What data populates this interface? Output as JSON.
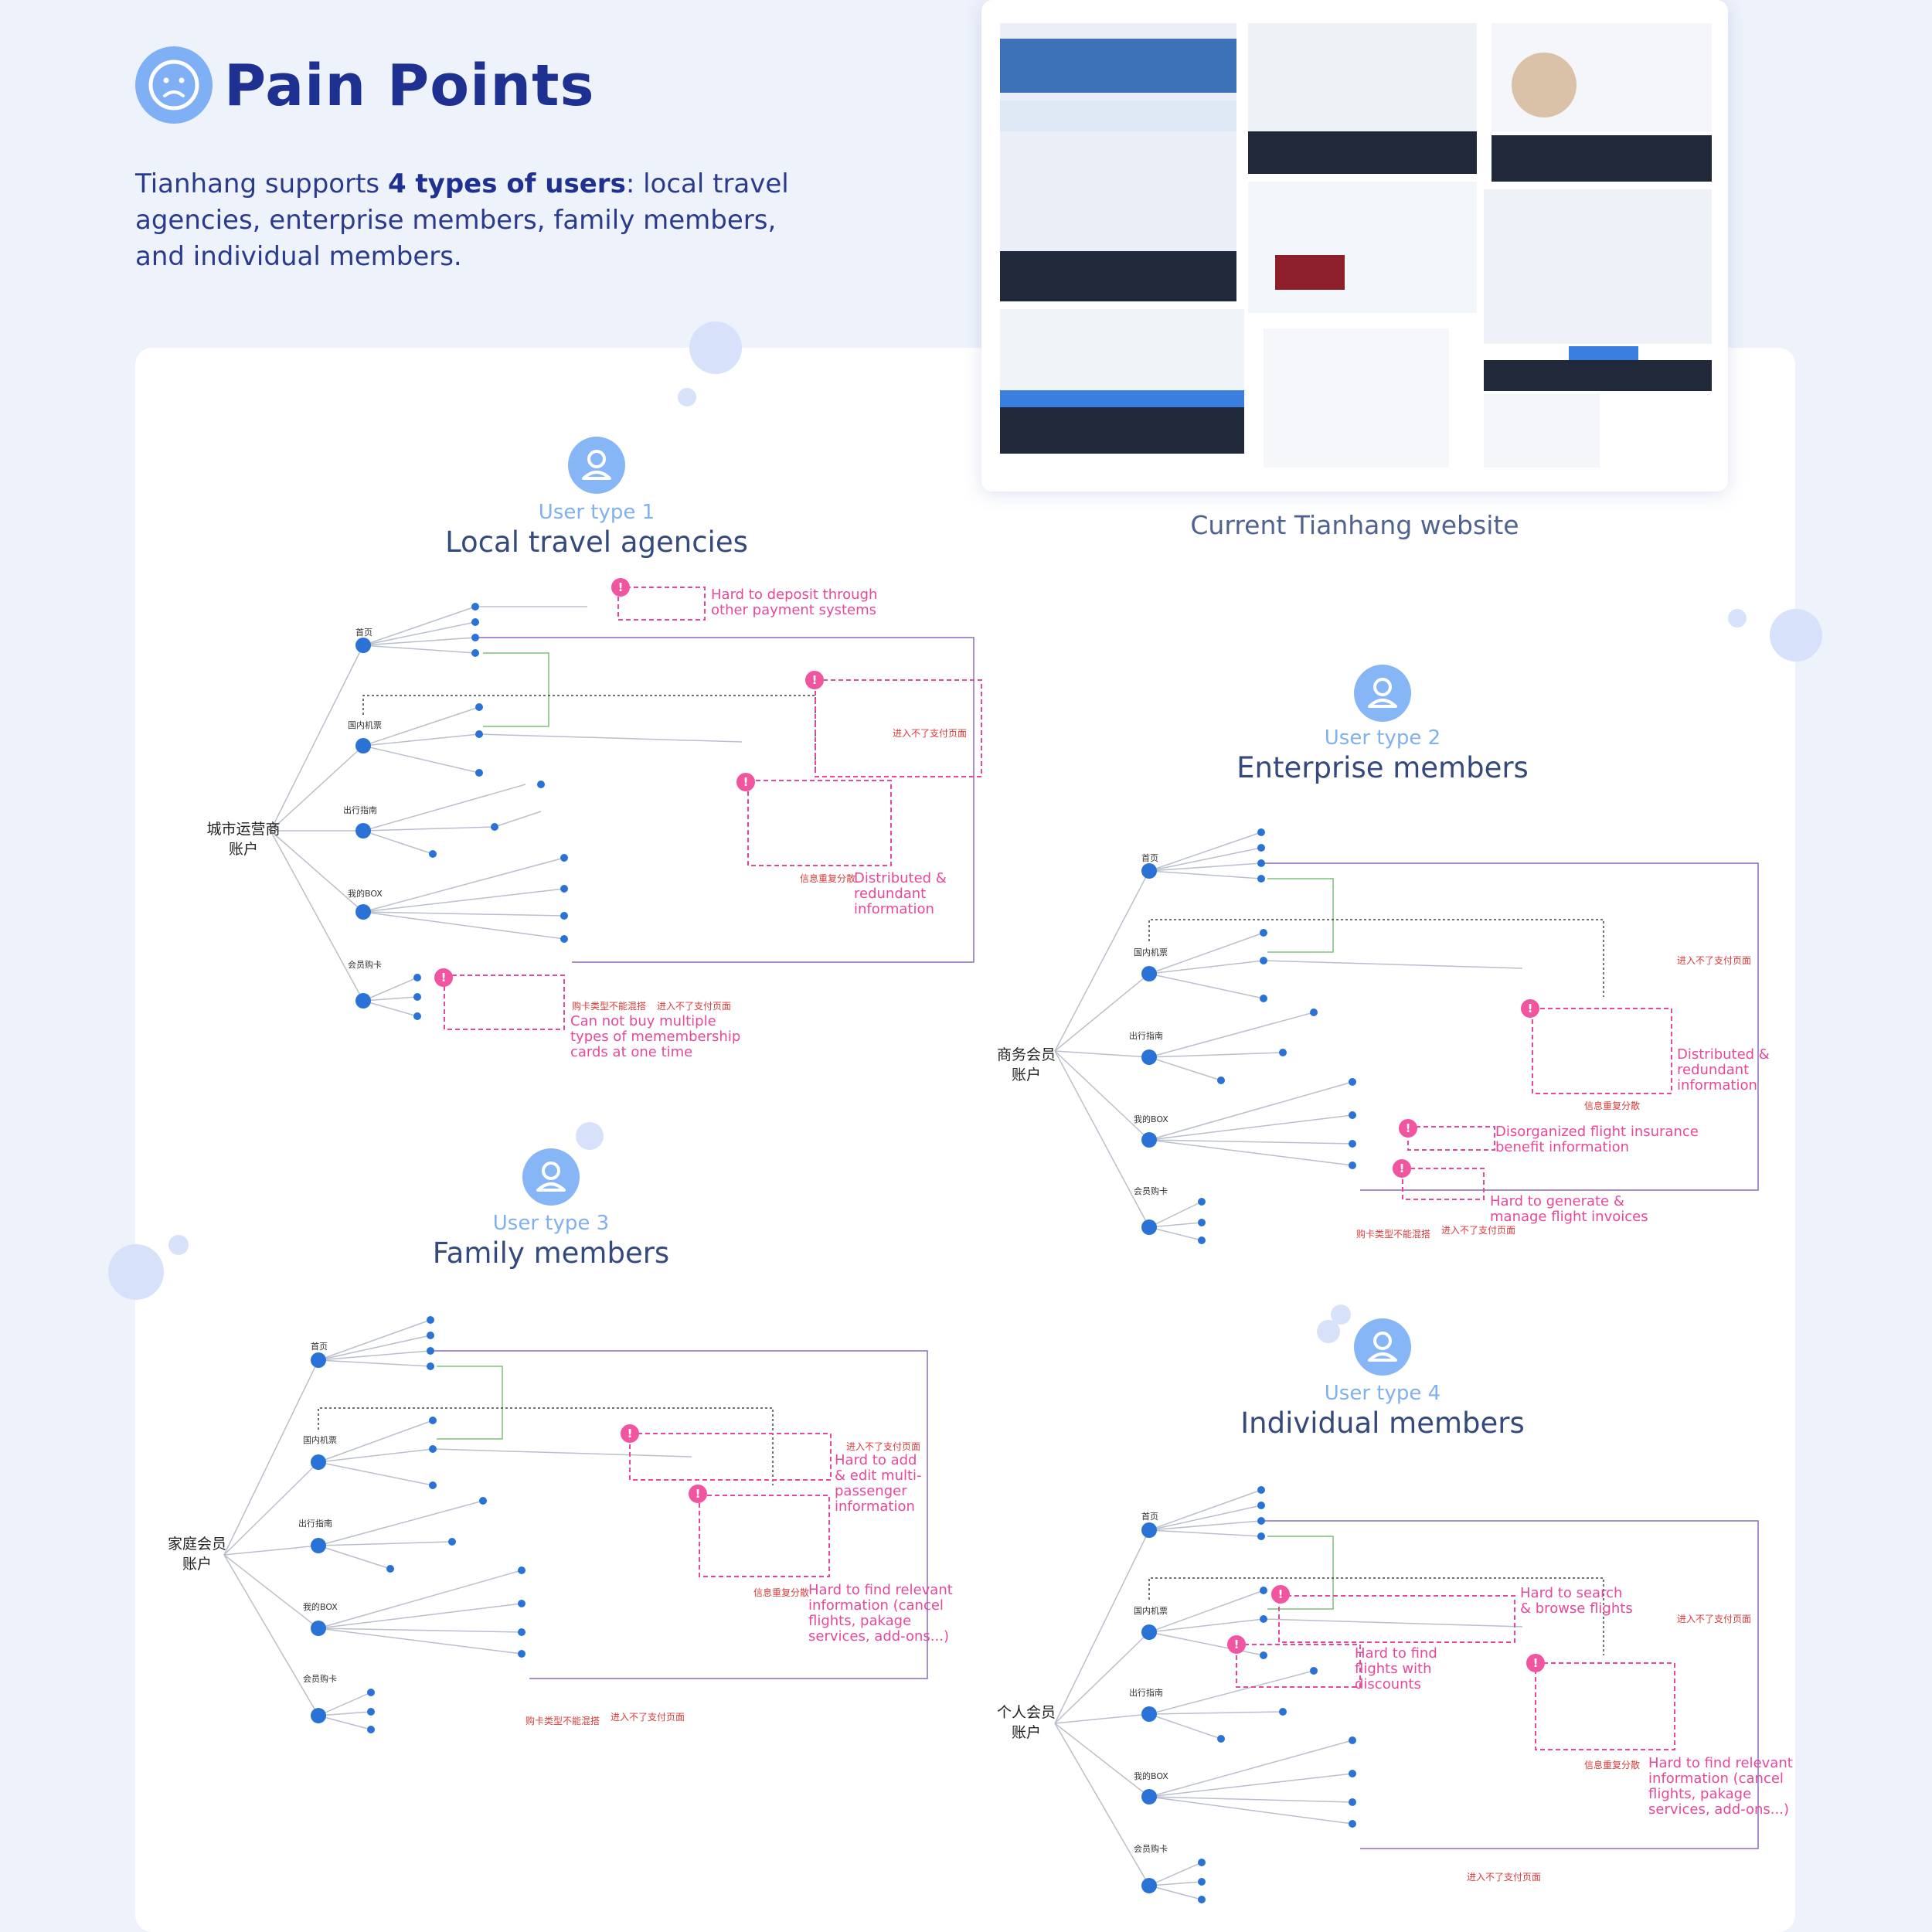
{
  "header": {
    "title": "Pain Points",
    "intro_pre": "Tianhang supports ",
    "intro_bold": "4 types of users",
    "intro_post": ": local travel agencies, enterprise members, family members, and individual members."
  },
  "website": {
    "caption": "Current Tianhang website"
  },
  "users": [
    {
      "sub": "User type 1",
      "title": "Local travel agencies",
      "root": [
        "城市运营商",
        "账户"
      ],
      "pains": [
        "Hard to deposit through other payment systems",
        "Distributed & redundant information",
        "Can not buy multiple types of memembership cards at one time"
      ]
    },
    {
      "sub": "User type 2",
      "title": "Enterprise members",
      "root": [
        "商务会员",
        "账户"
      ],
      "pains": [
        "Distributed & redundant information",
        "Disorganized flight insurance benefit information",
        "Hard to generate & manage flight invoices"
      ]
    },
    {
      "sub": "User type 3",
      "title": "Family members",
      "root": [
        "家庭会员",
        "账户"
      ],
      "pains": [
        "Hard to add & edit multi-passenger information",
        "Hard to find relevant information (cancel flights, pakage services, add-ons...)"
      ]
    },
    {
      "sub": "User type 4",
      "title": "Individual members",
      "root": [
        "个人会员",
        "账户"
      ],
      "pains": [
        "Hard to search & browse flights",
        "Hard to find flights with discounts",
        "Hard to find relevant information (cancel flights, pakage services, add-ons...)"
      ]
    }
  ],
  "tree_nodes": [
    "首页",
    "国内机票",
    "出行指南",
    "我的BOX",
    "会员购卡"
  ],
  "cn_notes": {
    "pay_page": "进入不了支付页面",
    "redundant": "信息重复分散",
    "card_mix": "购卡类型不能混搭"
  },
  "colors": {
    "accent": "#1e3191",
    "pain": "#e8489a",
    "node": "#2a72d6",
    "icon": "#86b6f6"
  }
}
